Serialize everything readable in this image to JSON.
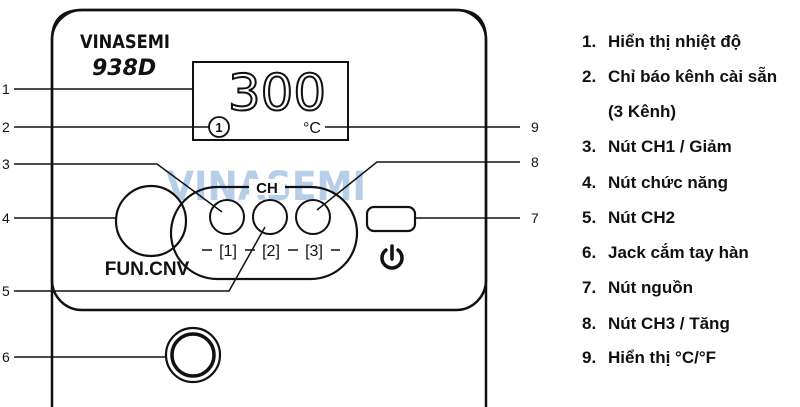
{
  "device": {
    "brand": "VINASEMI",
    "model": "938D",
    "watermark": "VINASEMI",
    "display_value": "300",
    "channel_indicator": "1",
    "unit": "°C",
    "ch_label": "CH",
    "ch_numbers": [
      "[1]",
      "[2]",
      "[3]"
    ],
    "fun_label": "FUN.CNV",
    "power_icon": "power-icon"
  },
  "callouts": [
    "1",
    "2",
    "3",
    "4",
    "5",
    "6",
    "7",
    "8",
    "9"
  ],
  "legend": [
    {
      "num": "1.",
      "text": "Hiển thị nhiệt độ"
    },
    {
      "num": "2.",
      "text": "Chỉ báo kênh cài sẵn"
    },
    {
      "num": "",
      "text": "(3 Kênh)"
    },
    {
      "num": "3.",
      "text": "Nút CH1 / Giảm"
    },
    {
      "num": "4.",
      "text": "Nút chức năng"
    },
    {
      "num": "5.",
      "text": "Nút CH2"
    },
    {
      "num": "6.",
      "text": "Jack cắm tay hàn"
    },
    {
      "num": "7.",
      "text": "Nút nguồn"
    },
    {
      "num": "8.",
      "text": "Nút CH3 / Tăng"
    },
    {
      "num": "9.",
      "text": "Hiển thị °C/°F"
    }
  ],
  "colors": {
    "stroke": "#111111",
    "watermark": "#a9c6e4"
  }
}
